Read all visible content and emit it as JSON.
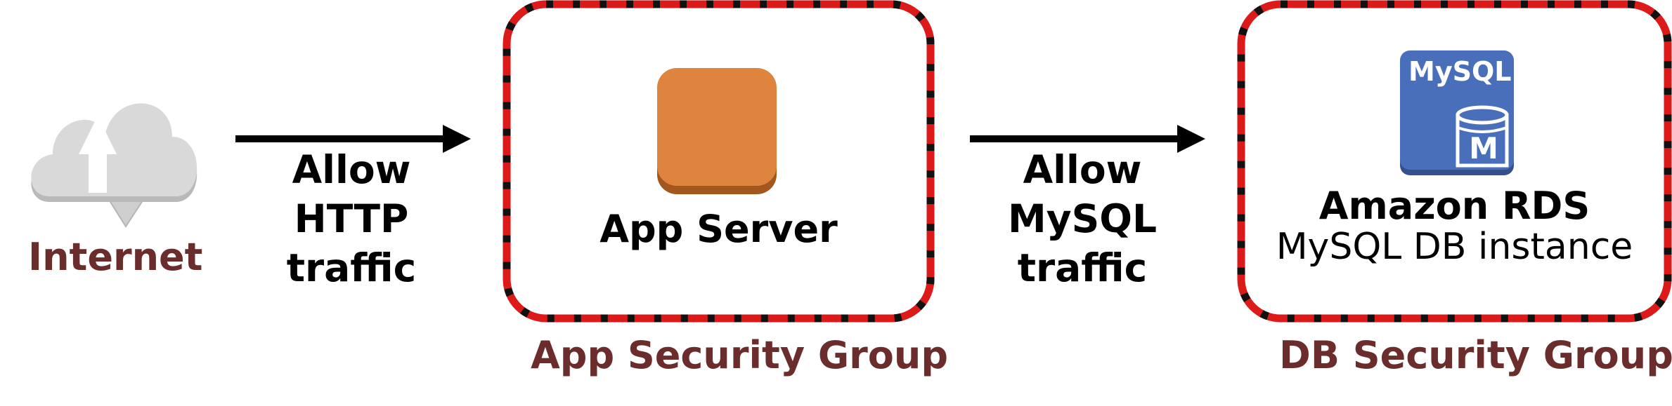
{
  "internet": {
    "label": "Internet",
    "icon": "cloud-upload-download-icon"
  },
  "arrow1": {
    "line1": "Allow",
    "line2": "HTTP",
    "line3": "traffic"
  },
  "app_group": {
    "label": "App Security Group",
    "server_label": "App Server",
    "server_icon": "app-server-icon",
    "server_color": "#de843e"
  },
  "arrow2": {
    "line1": "Allow",
    "line2": "MySQL",
    "line3": "traffic"
  },
  "db_group": {
    "label": "DB Security Group",
    "icon_text_top": "MySQL",
    "icon_text_db": "M",
    "title": "Amazon RDS",
    "subtitle": "MySQL DB instance",
    "icon_color": "#4a6fba"
  },
  "colors": {
    "border_red": "#dd1a1a",
    "border_dash": "#111111",
    "label_maroon": "#6b2d2b"
  }
}
